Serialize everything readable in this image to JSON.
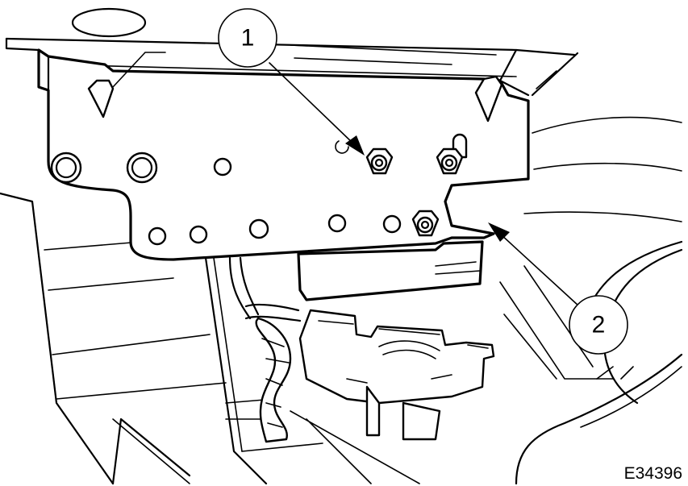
{
  "callouts": [
    {
      "label": "1"
    },
    {
      "label": "2"
    }
  ],
  "figure_ref": "E34396"
}
